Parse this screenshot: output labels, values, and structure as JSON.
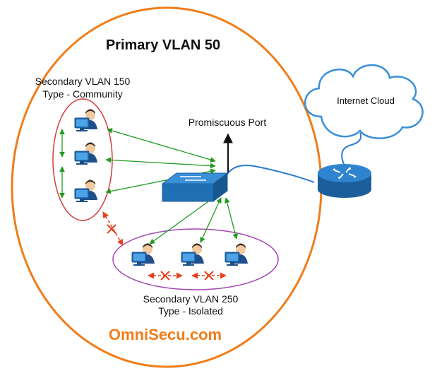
{
  "primary_vlan": {
    "title": "Primary VLAN 50"
  },
  "community_vlan": {
    "name": "Secondary VLAN 150",
    "type": "Type - Community",
    "host_count": 3
  },
  "isolated_vlan": {
    "name": "Secondary VLAN 250",
    "type": "Type - Isolated",
    "host_count": 3
  },
  "switch": {
    "port_label": "Promiscuous Port"
  },
  "internet": {
    "label": "Internet Cloud"
  },
  "watermark": "OmniSecu.com",
  "colors": {
    "primary_circle": "#f07d1a",
    "community_ellipse": "#d33b3b",
    "isolated_ellipse": "#a247b3",
    "allowed_link": "#1f9a1f",
    "blocked_link": "#e8401c",
    "device_blue": "#1f6fb5",
    "cable": "#2a7bd0"
  },
  "icons": [
    "computer-user-icon",
    "switch-icon",
    "router-icon",
    "cloud-icon",
    "blocked-x-icon"
  ]
}
